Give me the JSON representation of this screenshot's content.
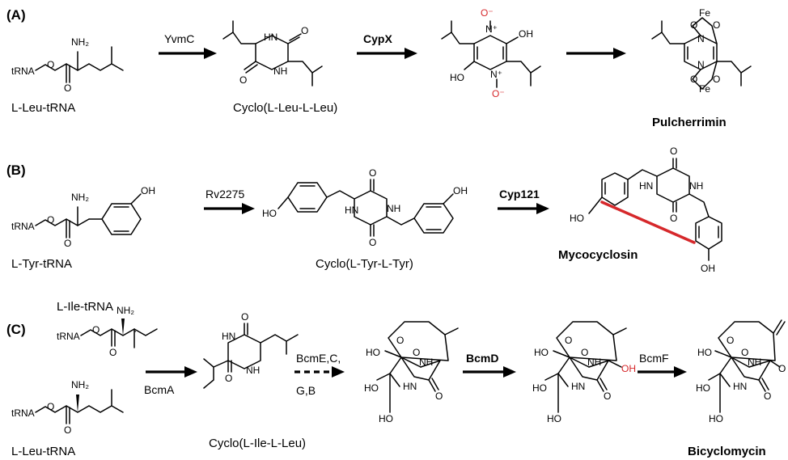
{
  "panels": {
    "a": "(A)",
    "b": "(B)",
    "c": "(C)"
  },
  "row_a": {
    "substrate_label": "L-Leu-tRNA",
    "enzyme_1": "YvmC",
    "intermediate_label": "Cyclo(L-Leu-L-Leu)",
    "enzyme_2": "CypX",
    "product_label": "Pulcherrimin"
  },
  "row_b": {
    "substrate_label": "L-Tyr-tRNA",
    "enzyme_1": "Rv2275",
    "intermediate_label": "Cyclo(L-Tyr-L-Tyr)",
    "enzyme_2": "Cyp121",
    "product_label": "Mycocyclosin"
  },
  "row_c": {
    "substrate_1_label": "L-Ile-tRNA",
    "substrate_2_label": "L-Leu-tRNA",
    "enzyme_1": "BcmA",
    "intermediate_label": "Cyclo(L-Ile-L-Leu)",
    "enzyme_2_line_1": "BcmE,C,",
    "enzyme_2_line_2": "G,B",
    "enzyme_3": "BcmD",
    "enzyme_4": "BcmF",
    "product_label": "Bicyclomycin"
  },
  "atoms": {
    "trna": "tRNA",
    "nh2": "NH₂",
    "o": "O",
    "hn": "HN",
    "nh": "NH",
    "n": "N",
    "n_plus": "N⁺",
    "o_minus": "O⁻",
    "oh": "OH",
    "ho": "HO",
    "fe": "Fe"
  },
  "colors": {
    "highlight": "#d6282b",
    "ink": "#000000"
  }
}
